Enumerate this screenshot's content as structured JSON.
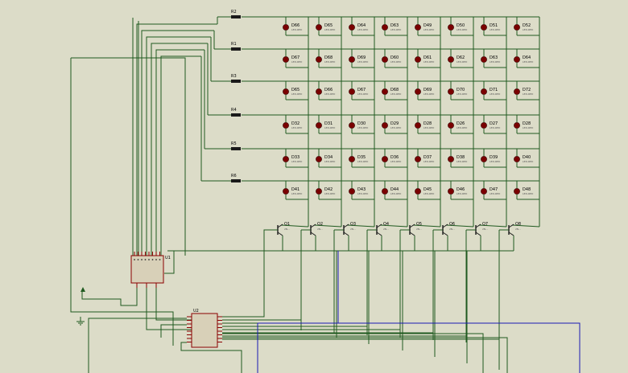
{
  "colors": {
    "background": "#dcdcc8",
    "wire": "#1f5a1f",
    "wire_blue": "#1a1ab4",
    "led": "#7a0000",
    "component": "#1a1a1a",
    "chip_fill": "#d8d0b8",
    "chip_border": "#8a0000",
    "label": "#000000"
  },
  "resistors": [
    {
      "label": "R2"
    },
    {
      "label": "R1"
    },
    {
      "label": "R3"
    },
    {
      "label": "R4"
    },
    {
      "label": "R5"
    },
    {
      "label": "R6"
    }
  ],
  "led_rows": [
    [
      "D66",
      "D65",
      "D64",
      "D63",
      "D49",
      "D50",
      "D51",
      "D52"
    ],
    [
      "D67",
      "D68",
      "D69",
      "D60",
      "D61",
      "D62",
      "D63",
      "D64"
    ],
    [
      "D65",
      "D66",
      "D67",
      "D68",
      "D69",
      "D70",
      "D71",
      "D72"
    ],
    [
      "D32",
      "D31",
      "D30",
      "D29",
      "D28",
      "D26",
      "D27",
      "D28"
    ],
    [
      "D33",
      "D34",
      "D35",
      "D36",
      "D37",
      "D38",
      "D39",
      "D40"
    ],
    [
      "D41",
      "D42",
      "D43",
      "D44",
      "D45",
      "D46",
      "D47",
      "D48"
    ]
  ],
  "led_part_text": "LED-RED",
  "transistors": [
    "Q1",
    "Q2",
    "Q3",
    "Q4",
    "Q5",
    "Q6",
    "Q7",
    "Q8"
  ],
  "transistor_part_text": "2N...",
  "u1": {
    "label": "U1"
  },
  "u2": {
    "label": "U2"
  }
}
